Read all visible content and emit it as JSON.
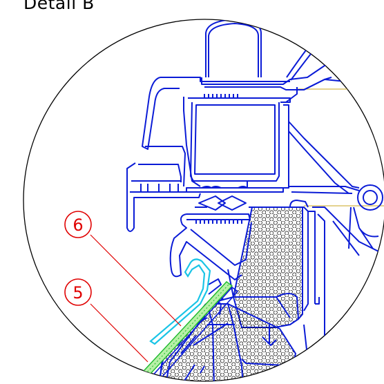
{
  "title": "Detail B",
  "callouts": [
    {
      "label": "6"
    },
    {
      "label": "5"
    }
  ],
  "colors": {
    "profile": "#0a1bd6",
    "callout": "#e00000",
    "gasket": "#19c4e6",
    "membrane": "#19b82a",
    "leader_yellow": "#d4b84a",
    "outline": "#000000"
  },
  "icons": [
    "hinge-icon"
  ]
}
